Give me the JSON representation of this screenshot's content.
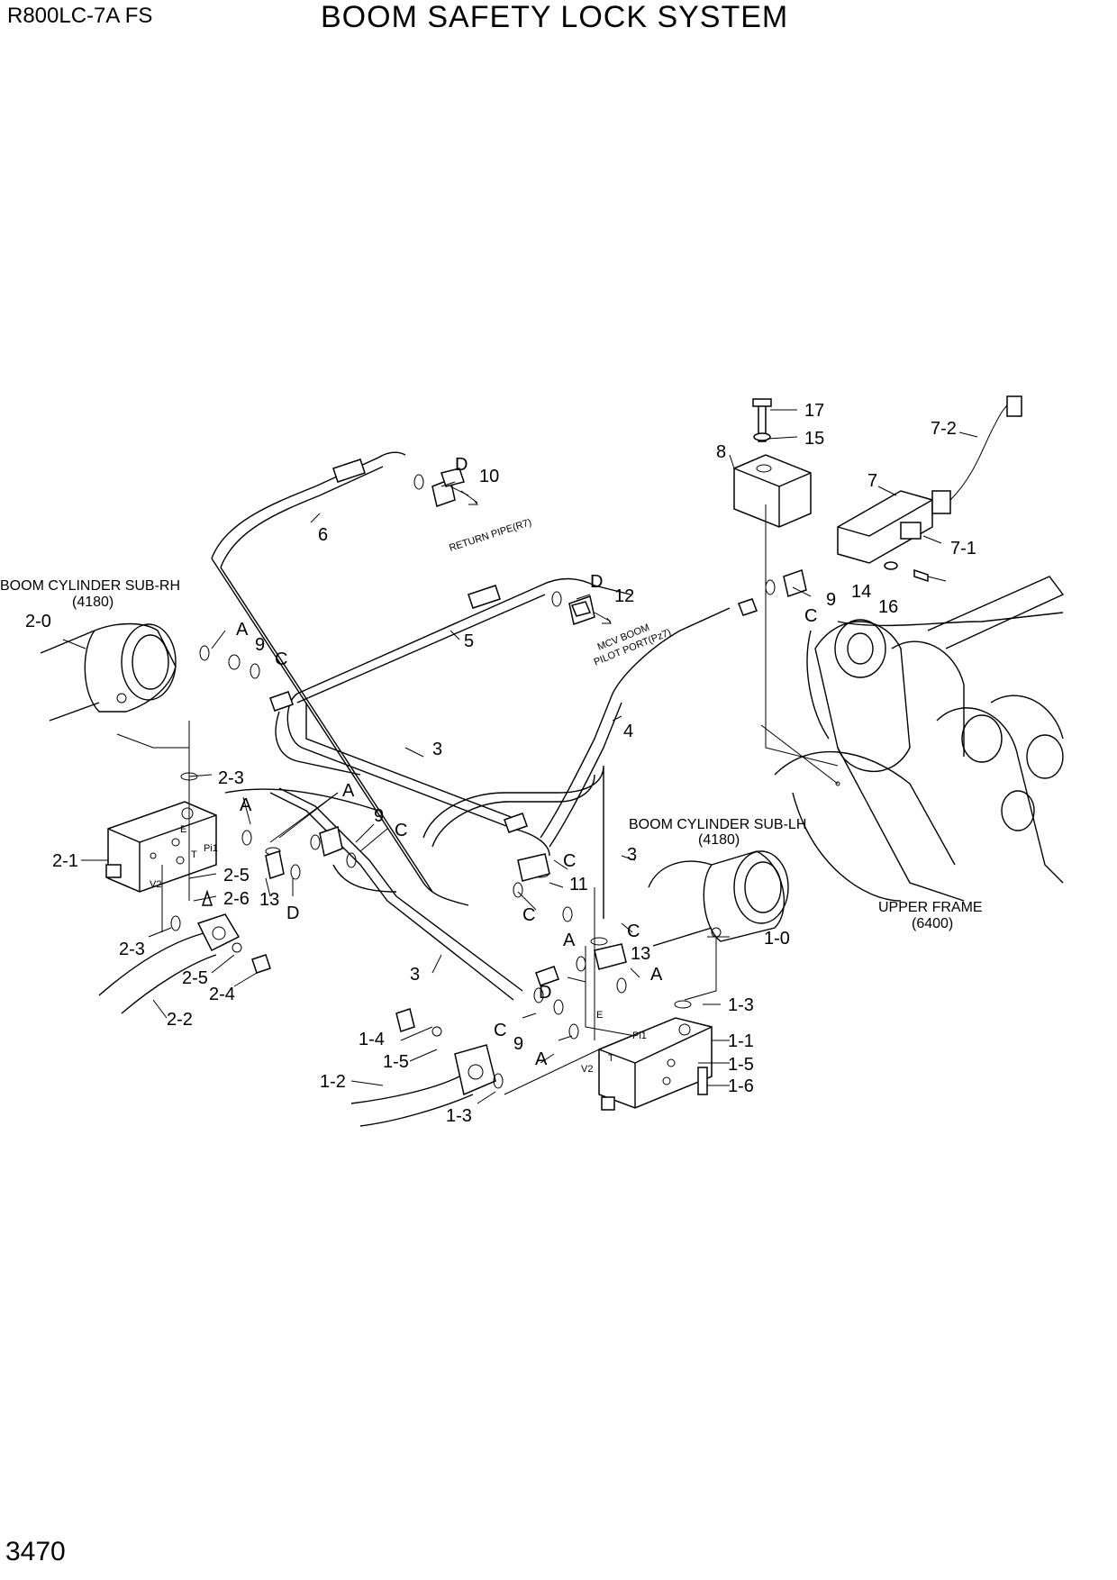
{
  "header": {
    "model": "R800LC-7A FS",
    "title": "BOOM SAFETY LOCK SYSTEM",
    "page_number": "3470"
  },
  "notes": {
    "return_pipe": "RETURN PIPE(R7)",
    "mcv_boom_line1": "MCV BOOM",
    "mcv_boom_line2": "PILOT PORT(Pz7)"
  },
  "assemblies": {
    "boom_cyl_rh": {
      "name": "BOOM CYLINDER SUB-RH",
      "code": "(4180)"
    },
    "boom_cyl_lh": {
      "name": "BOOM CYLINDER SUB-LH",
      "code": "(4180)"
    },
    "upper_frame": {
      "name": "UPPER FRAME",
      "code": "(6400)"
    }
  },
  "callouts": {
    "p17": "17",
    "p15": "15",
    "p8": "8",
    "p7_2": "7-2",
    "p7": "7",
    "p7_1": "7-1",
    "p9a": "9",
    "pCa": "C",
    "p14": "14",
    "p16": "16",
    "pD1": "D",
    "p10": "10",
    "p6": "6",
    "pD2": "D",
    "p12": "12",
    "p5": "5",
    "p4": "4",
    "p2_0": "2-0",
    "pA1": "A",
    "p9b": "9",
    "pC1": "C",
    "p3a": "3",
    "p2_3a": "2-3",
    "pA2": "A",
    "pA3": "A",
    "p9c": "9",
    "pC2": "C",
    "p2_1": "2-1",
    "p2_5a": "2-5",
    "p2_6": "2-6",
    "p13a": "13",
    "pD3": "D",
    "p2_3b": "2-3",
    "p2_5b": "2-5",
    "p2_4": "2-4",
    "p2_2": "2-2",
    "pC3": "C",
    "p11": "11",
    "pC4": "C",
    "p3b": "3",
    "pA4": "A",
    "pC5": "C",
    "p13b": "13",
    "pA5": "A",
    "p3c": "3",
    "pD4": "D",
    "p1_0": "1-0",
    "p1_3a": "1-3",
    "pC6": "C",
    "p9d": "9",
    "pA6": "A",
    "p1_1": "1-1",
    "p1_4": "1-4",
    "p1_5a": "1-5",
    "p1_2": "1-2",
    "p1_3b": "1-3",
    "p1_5b": "1-5",
    "p1_6": "1-6"
  },
  "port_marks": {
    "e1": "E",
    "t1": "T",
    "pi1a": "Pi1",
    "v2a": "V2",
    "e2": "E",
    "t2": "T",
    "pi1b": "Pi1",
    "v2b": "V2"
  }
}
